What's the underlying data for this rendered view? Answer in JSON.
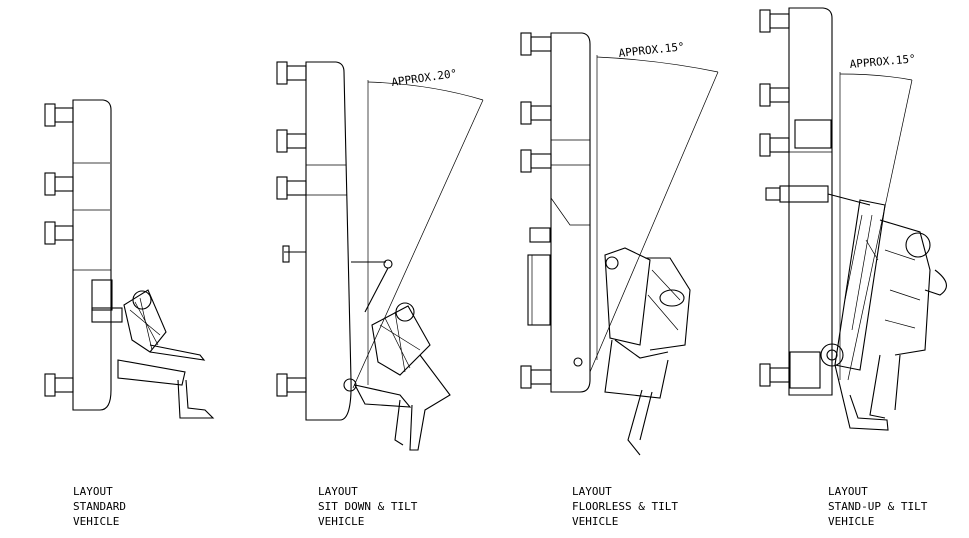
{
  "layouts": [
    {
      "line1": "LAYOUT",
      "line2": "STANDARD",
      "line3": "VEHICLE",
      "angle": ""
    },
    {
      "line1": "LAYOUT",
      "line2": "SIT DOWN & TILT",
      "line3": "VEHICLE",
      "angle": "APPROX.20°"
    },
    {
      "line1": "LAYOUT",
      "line2": "FLOORLESS & TILT",
      "line3": "VEHICLE",
      "angle": "APPROX.15°"
    },
    {
      "line1": "LAYOUT",
      "line2": "STAND-UP & TILT",
      "line3": "VEHICLE",
      "angle": "APPROX.15°"
    }
  ]
}
